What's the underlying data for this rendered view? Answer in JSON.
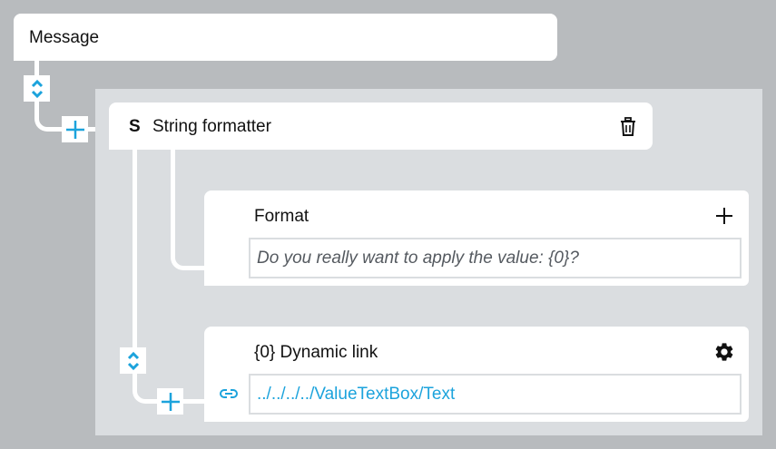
{
  "message_node": {
    "title": "Message"
  },
  "string_formatter": {
    "badge": "S",
    "title": "String formatter",
    "delete_icon": "trash-icon"
  },
  "format_section": {
    "title": "Format",
    "add_icon": "plus-icon",
    "value": "Do you really want to apply the value: {0}?"
  },
  "dynamic_link": {
    "title": "{0} Dynamic link",
    "settings_icon": "gear-icon",
    "link_icon": "link-icon",
    "value": "../../../../ValueTextBox/Text"
  },
  "connectors": {
    "reorder_icon": "chevron-up-down-icon",
    "add_icon": "plus-icon"
  },
  "colors": {
    "accent": "#1ca3dc",
    "background": "#b8bbbe",
    "panel": "#dadde0",
    "card": "#ffffff"
  }
}
